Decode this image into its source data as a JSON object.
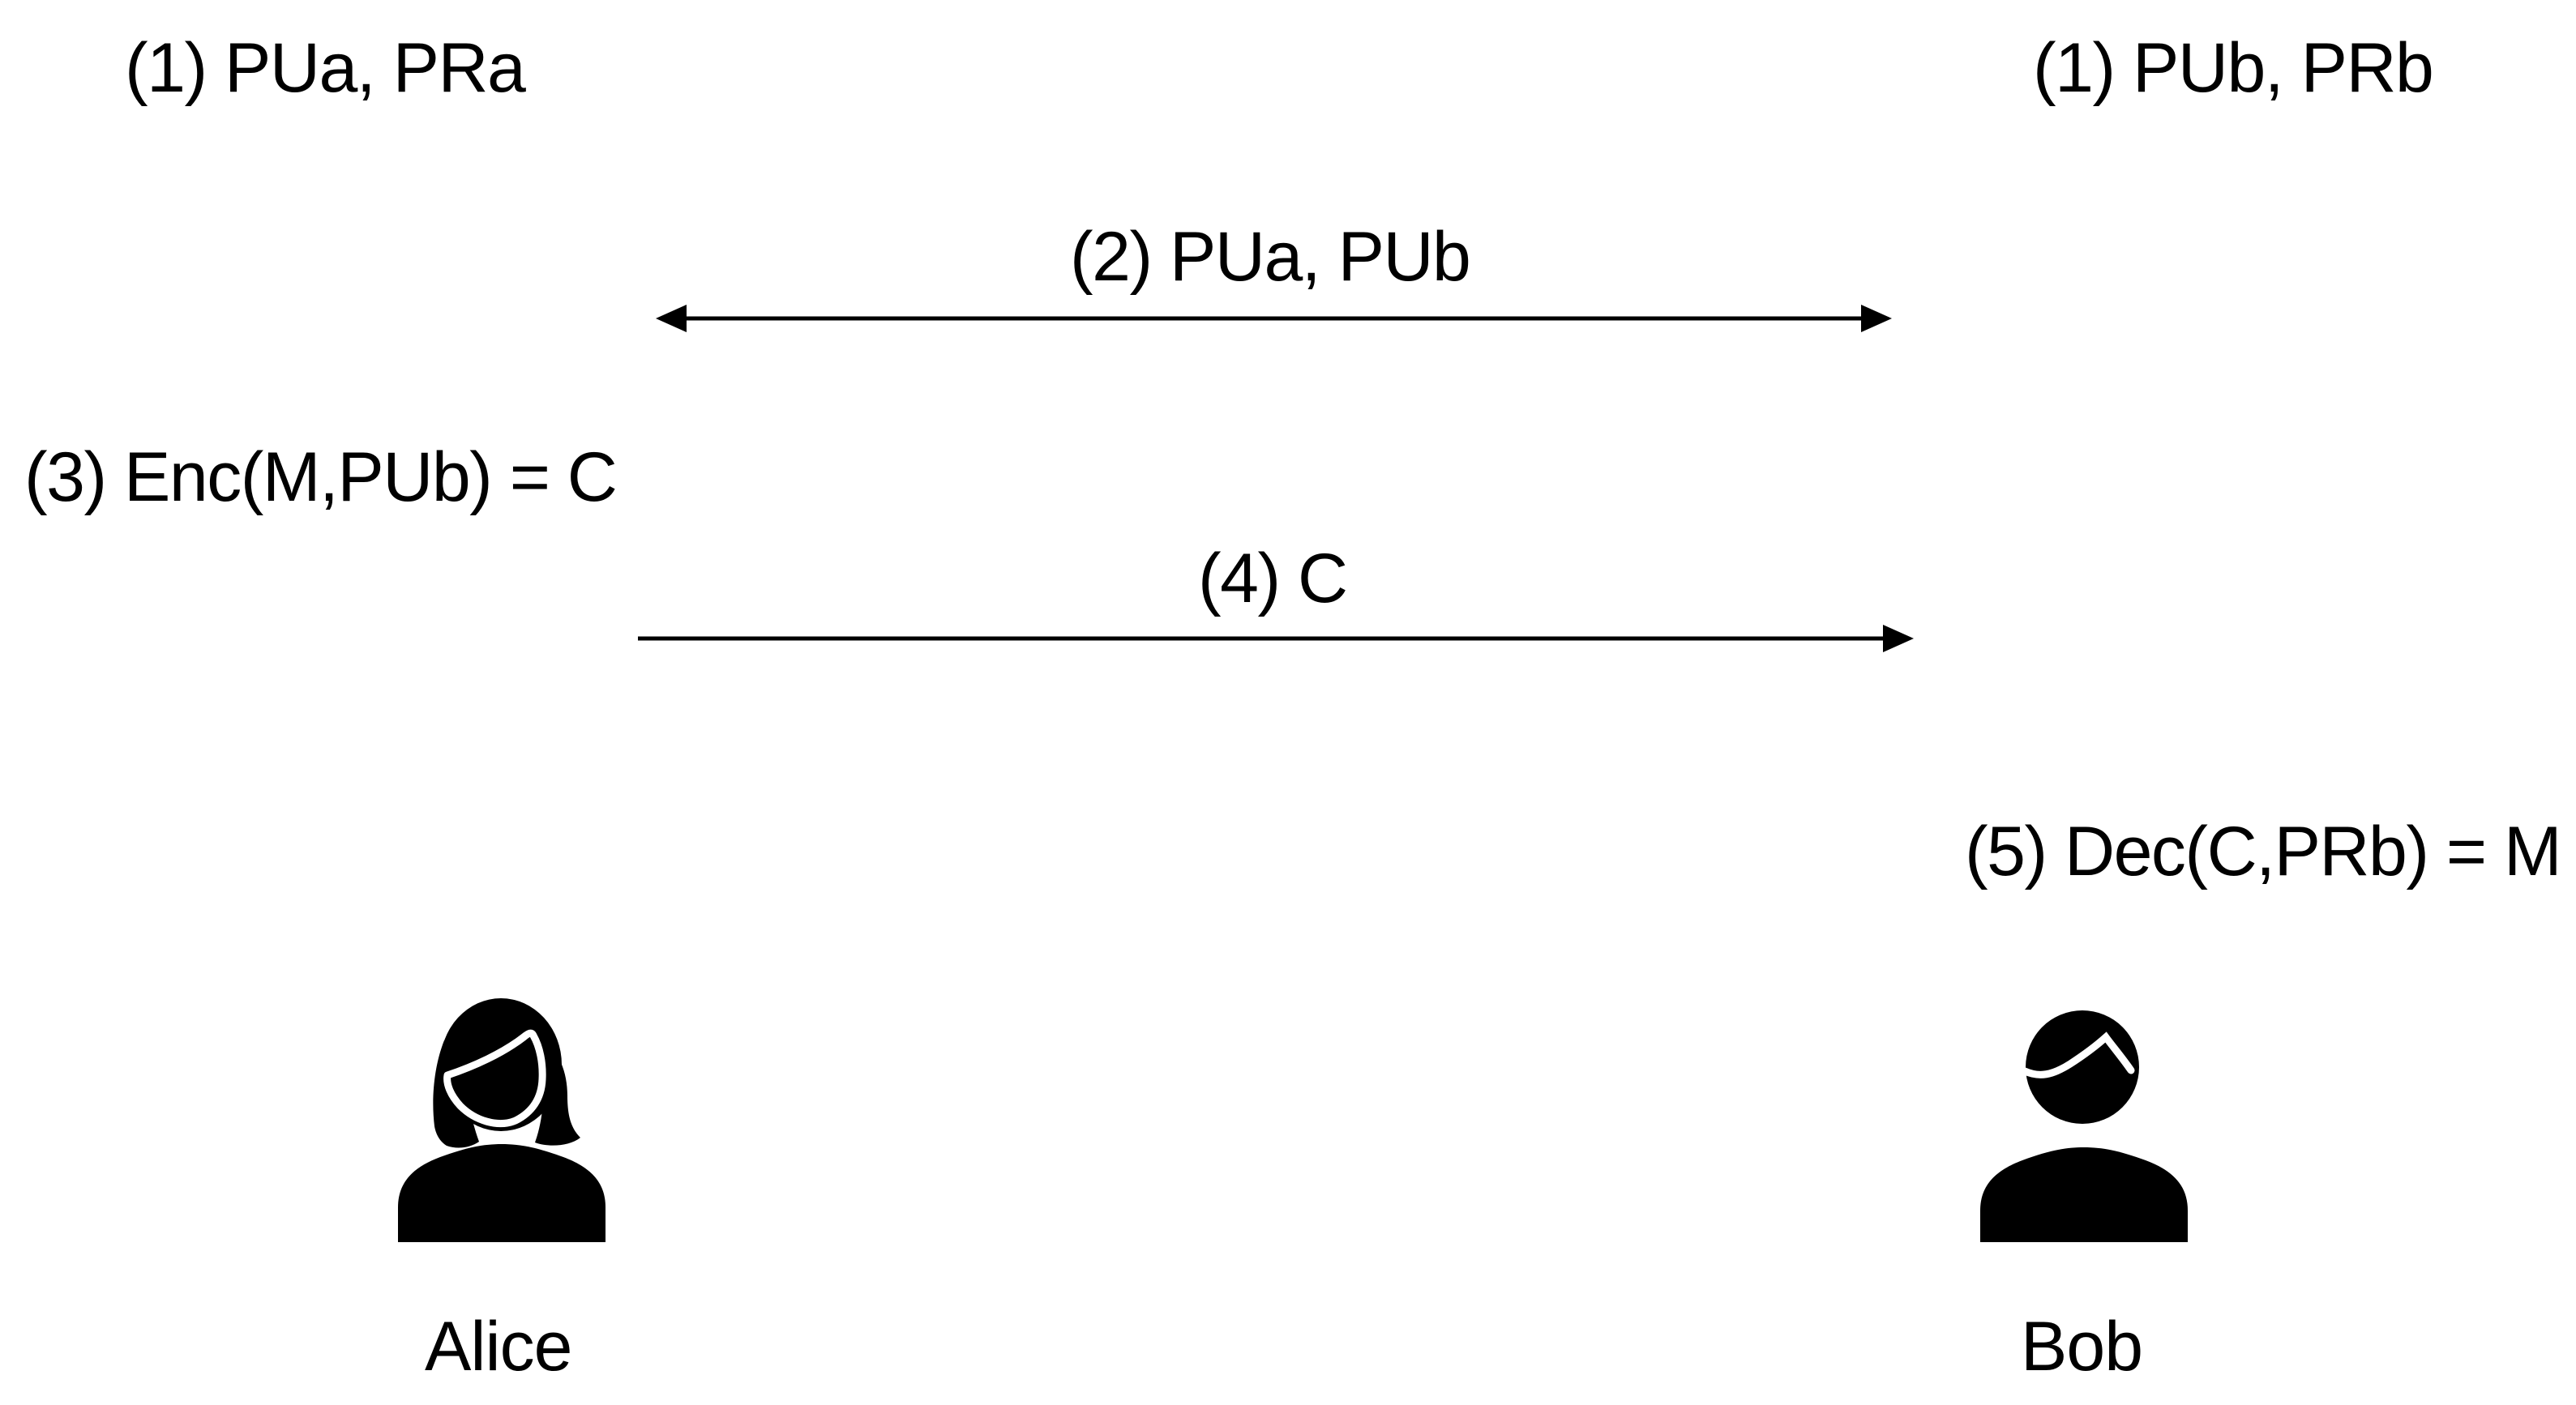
{
  "diagram": {
    "type": "public-key-encryption-flow",
    "colors": {
      "ink": "#000000",
      "background": "#ffffff"
    },
    "labels": {
      "alice_keygen": "(1) PUa, PRa",
      "bob_keygen": "(1) PUb, PRb",
      "key_exchange": "(2) PUa, PUb",
      "encryption": "(3) Enc(M,PUb) = C",
      "ciphertext": "(4) C",
      "decryption": "(5) Dec(C,PRb) = M"
    },
    "arrows": [
      {
        "name": "key-exchange-arrow",
        "label": "(2) PUa, PUb",
        "direction": "both"
      },
      {
        "name": "ciphertext-arrow",
        "label": "(4) C",
        "direction": "right"
      }
    ],
    "actors": [
      {
        "name": "Alice",
        "icon": "female-user-icon"
      },
      {
        "name": "Bob",
        "icon": "male-user-icon"
      }
    ]
  }
}
